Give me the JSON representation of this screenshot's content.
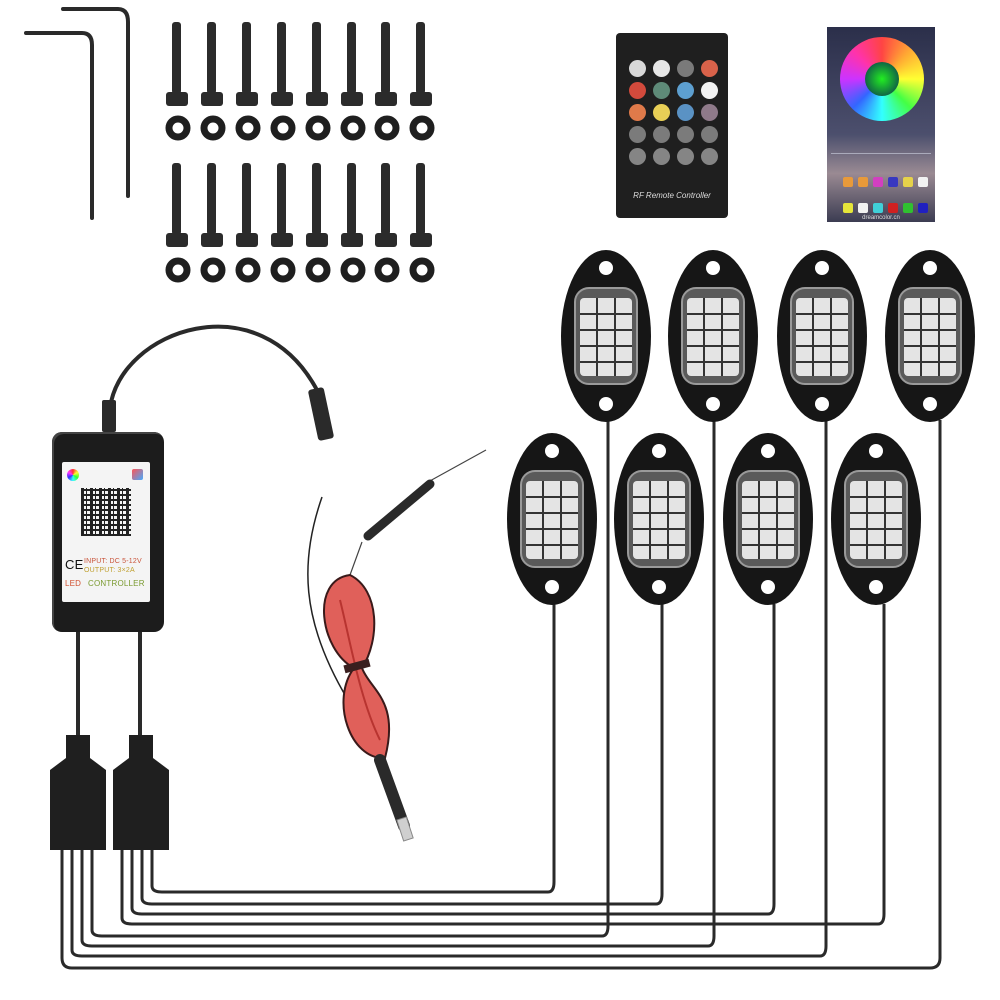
{
  "product": {
    "type": "RGB LED rock light kit",
    "components": {
      "hex_keys": 2,
      "screws": 16,
      "nuts": 16,
      "rock_light_pods": 8,
      "splitter_connectors": 2,
      "power_cable": "red/black DC power cable with inline fuse"
    }
  },
  "controller": {
    "label_input": "INPUT: DC 5-12V",
    "label_output": "OUTPUT: 3×2A",
    "label_led": "LED",
    "label_controller": "CONTROLLER",
    "ce_mark": "CE",
    "icons": [
      "color-wheel-app-icon",
      "app-store-icon",
      "qr-code"
    ]
  },
  "remote": {
    "label": "RF Remote Controller",
    "button_colors": [
      [
        "#d8d8d8",
        "#e6e6e6",
        "#7a7a7a",
        "#d9624a"
      ],
      [
        "#d24a3c",
        "#5e8a78",
        "#5d9fd0",
        "#f2f2f2"
      ],
      [
        "#e07a4a",
        "#e8cf56",
        "#5a92c4",
        "#8f7a8a"
      ],
      [
        "#7b7b7b",
        "#7b7b7b",
        "#7b7b7b",
        "#7b7b7b"
      ],
      [
        "#858585",
        "#858585",
        "#858585",
        "#858585"
      ]
    ]
  },
  "phone_app": {
    "url_text": "dreamcolor.cn",
    "swatch_row_1": [
      "#e89a3a",
      "#e89a3a",
      "#d23fc0",
      "#3838c0",
      "#e6d24a",
      "#f2f2f2"
    ],
    "swatch_row_2": [
      "#e6e63a",
      "#f2f2f2",
      "#40d0d8",
      "#d02020",
      "#30c030",
      "#2020c0"
    ]
  },
  "colors": {
    "black": "#1c1c1c",
    "cable_red": "#d6453f",
    "background": "#ffffff"
  }
}
